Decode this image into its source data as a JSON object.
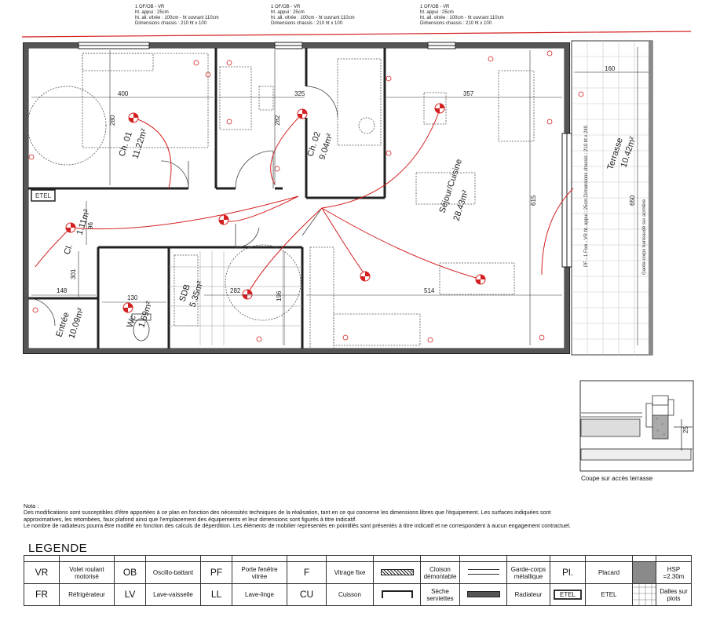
{
  "windows": [
    {
      "type": "1 OF/OB - VR",
      "appui": "ht. appui : 25cm",
      "vitree": "ht. all. vitrée : 100cm - ht ouvrant 110cm",
      "chassis": "Dimensions chassis : 210 ht x 100"
    },
    {
      "type": "1 OF/OB - VR",
      "appui": "ht. appui : 25cm",
      "vitree": "ht. all. vitrée : 100cm - ht ouvrant 110cm",
      "chassis": "Dimensions chassis : 210 ht x 100"
    },
    {
      "type": "1 OF/OB - VR",
      "appui": "ht. appui : 25cm",
      "vitree": "ht. all. vitrée : 100cm - ht ouvrant 110cm",
      "chassis": "Dimensions chassis : 210 ht x 100"
    }
  ],
  "rooms": {
    "ch01": {
      "name": "Ch. 01",
      "area": "11.22m²"
    },
    "ch02": {
      "name": "Ch. 02",
      "area": "9.04m²"
    },
    "sejour": {
      "name": "Séjour/Cuisine",
      "area": "28.43m²"
    },
    "terrasse": {
      "name": "Terrasse",
      "area": "10.42m²"
    },
    "sdb": {
      "name": "SDB",
      "area": "5.35m²"
    },
    "wc": {
      "name": "Wc",
      "area": "1.69m²"
    },
    "entree": {
      "name": "Entrée",
      "area": "10.09m²"
    },
    "cellier": {
      "name": "Cl.",
      "area": "1.11m²"
    }
  },
  "dimensions": {
    "d400": "400",
    "d325": "325",
    "d357": "357",
    "d160": "160",
    "d280": "280",
    "d282a": "282",
    "d615": "615",
    "d650": "650",
    "d96": "96",
    "d301": "301",
    "d148": "148",
    "d130": "130",
    "d282b": "282",
    "d196": "196",
    "d514": "514"
  },
  "etel_label": "ETEL",
  "terrace_window_note": "PF - 1 Fixe - VR  ht. appui : 25cm  Dimensions chassis : 210 ht x 240",
  "terrace_slab_note": "Garde-corps barreaudé sur acrotère",
  "section": {
    "dimension": "25",
    "caption": "Coupe sur accès terrasse"
  },
  "note": {
    "title": "Nota :",
    "line1": "Des modifications sont susceptibles d'être apportées à ce plan en fonction des nécessités techniques de la réalisation, tant en ce qui concerne les dimensions libres que l'équipement. Les surfaces indiquées sont approximatives, les retombées, faux plafond ainsi que l'emplacement des équipements et leur dimensions sont figurés à titre indicatif.",
    "line2": "Le nombre de radiateurs pourra être modifié en fonction des calculs de déperdition. Les éléments de mobilier représentés en pointillés sont présentés à titre indicatif et ne correspondent à aucun engagement contractuel."
  },
  "legend": {
    "title": "LEGENDE",
    "row1": [
      {
        "code": "VR",
        "label": "Volet roulant motorisé"
      },
      {
        "code": "OB",
        "label": "Oscillo-battant"
      },
      {
        "code": "PF",
        "label": "Porte fenêtre vitrée"
      },
      {
        "code": "F",
        "label": "Vitrage fixe"
      },
      {
        "label": "Cloison démontable"
      },
      {
        "label": "Garde-corps métallique"
      },
      {
        "code": "Pl.",
        "label": "Placard"
      },
      {
        "label": "HSP =2.30m"
      }
    ],
    "row2": [
      {
        "code": "FR",
        "label": "Réfrigérateur"
      },
      {
        "code": "LV",
        "label": "Lave-vaisselle"
      },
      {
        "code": "LL",
        "label": "Lave-linge"
      },
      {
        "code": "CU",
        "label": "Cuisson"
      },
      {
        "label": "Sèche serviettes"
      },
      {
        "label": "Radiateur"
      },
      {
        "code": "ETEL",
        "label": "ETEL"
      },
      {
        "label": "Dalles sur plots"
      }
    ]
  },
  "colors": {
    "wall": "#222222",
    "electrical": "#d42020",
    "grey_fill": "#8a8a8a"
  }
}
